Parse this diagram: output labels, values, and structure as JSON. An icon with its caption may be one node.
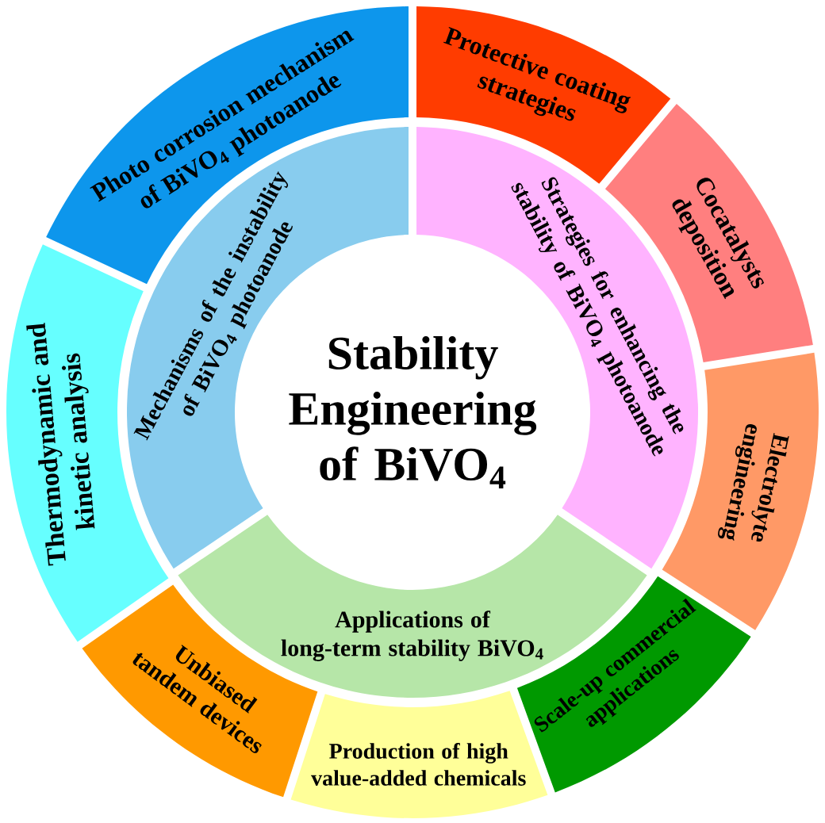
{
  "diagram": {
    "nodes": [
      {
        "text": [
          "Stability Engineering of BiVO$_{4}$"
        ]
      },
      {
        "text": [
          "Mechanisms of the instability of BiVO$_{4}$ photoanode"
        ]
      },
      {
        "text": [
          "Strategies for enhancing the stability of BiVO$_{4}$ photoanode"
        ]
      },
      {
        "text": [
          "Applications of long-term stability BiVO$_{4}$"
        ]
      },
      {
        "text": [
          "Photo corrosion mechanism of BiVO$_{4}$ photoanode"
        ]
      },
      {
        "text": [
          "Protective coating strategies"
        ]
      },
      {
        "text": [
          "Cocatalysts deposition"
        ]
      },
      {
        "text": [
          "Electrolyte engineering"
        ]
      },
      {
        "text": [
          "Scale-up commercial applications"
        ]
      },
      {
        "text": [
          "Production of high value-added chemicals"
        ]
      },
      {
        "text": [
          "Unbiased tandem devices"
        ]
      },
      {
        "text": [
          "Thermodynamic and kinetic analysis"
        ]
      }
    ]
  }
}
